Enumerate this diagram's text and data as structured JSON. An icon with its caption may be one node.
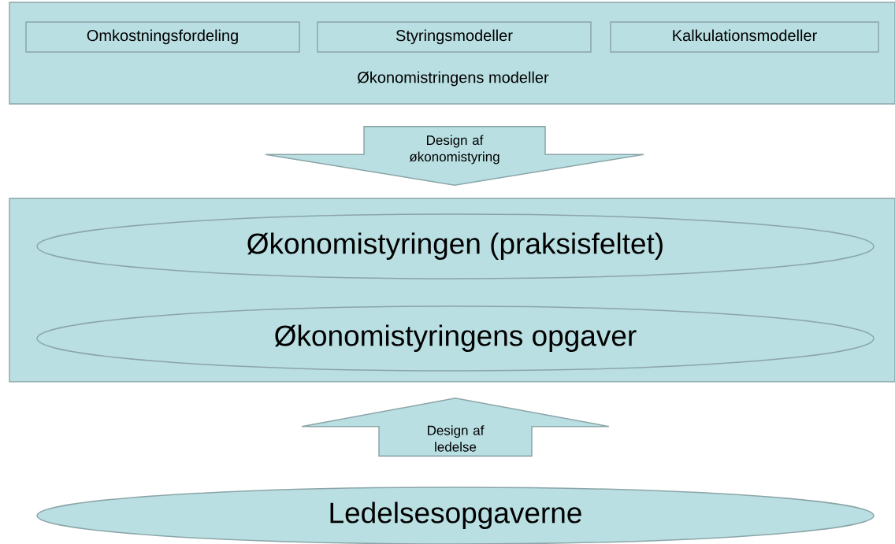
{
  "diagram": {
    "nodes": [
      {
        "text": [
          "Økonomistringens modeller"
        ]
      },
      {
        "text": [
          "Omkostningsfordeling"
        ],
        "in": 0
      },
      {
        "text": [
          "Styringsmodeller"
        ],
        "in": 0
      },
      {
        "text": [
          "Kalkulationsmodeller"
        ],
        "in": 0
      },
      {
        "text": [],
        "shape": "box"
      },
      {
        "text": [
          "Økonomistyringen (praksisfeltet)"
        ],
        "in": 4
      },
      {
        "text": [
          "Økonomistyringens opgaver"
        ],
        "in": 4
      },
      {
        "text": [
          "Ledelsesopgaverne"
        ]
      }
    ],
    "edges": [
      {
        "from": 0,
        "to": 4,
        "arrow": "to",
        "label": "Design af økonomistyring"
      },
      {
        "from": 7,
        "to": 4,
        "arrow": "to",
        "label": "Design af ledelse"
      }
    ]
  }
}
